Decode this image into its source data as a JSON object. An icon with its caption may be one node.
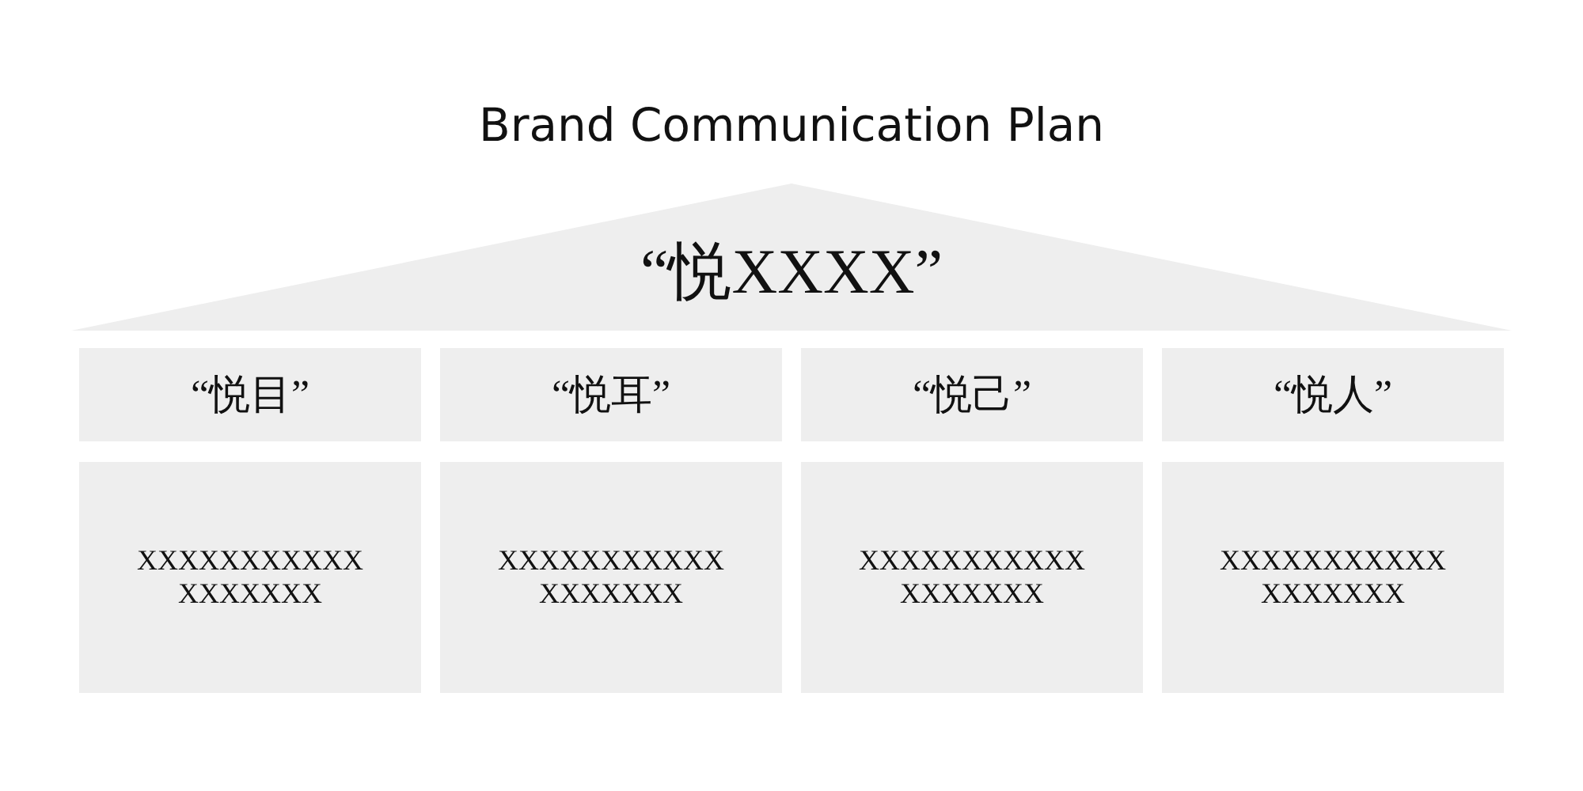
{
  "diagram": {
    "title": "Brand Communication Plan",
    "nodes": [
      {
        "text": [
          "“悦XXXX”"
        ]
      },
      {
        "text": [
          "“悦目”"
        ]
      },
      {
        "text": [
          "“悦耳”"
        ]
      },
      {
        "text": [
          "“悦己”"
        ]
      },
      {
        "text": [
          "“悦人”"
        ]
      },
      {
        "text": [
          "XXXXXXXXXXX XXXXXXX"
        ]
      },
      {
        "text": [
          "XXXXXXXXXXX XXXXXXX"
        ]
      },
      {
        "text": [
          "XXXXXXXXXXX XXXXXXX"
        ]
      },
      {
        "text": [
          "XXXXXXXXXXX XXXXXXX"
        ]
      }
    ]
  }
}
